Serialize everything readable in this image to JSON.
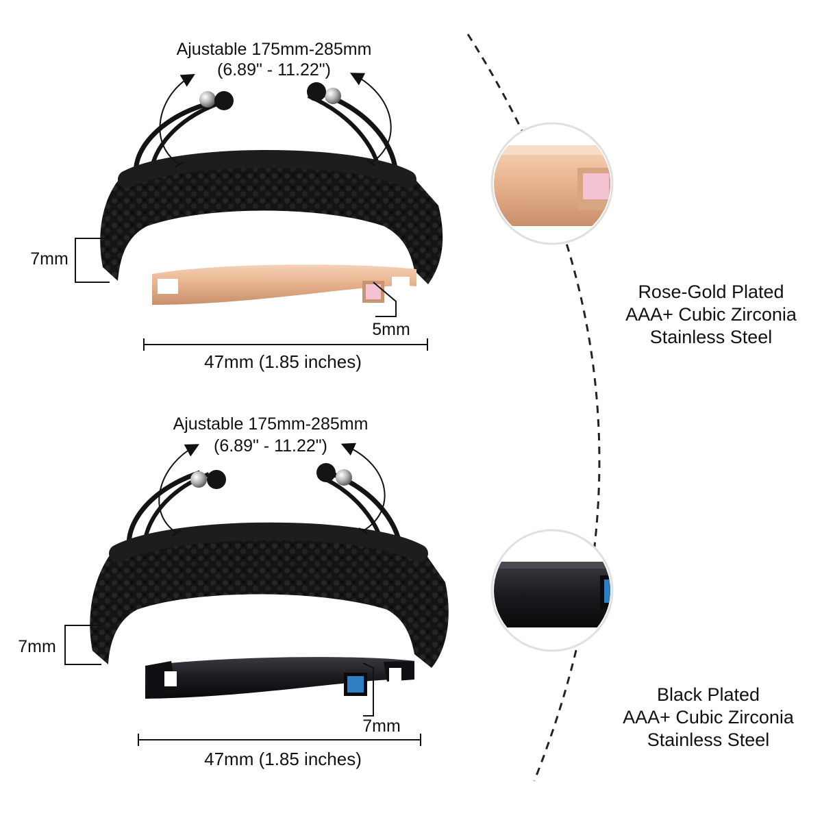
{
  "colors": {
    "rose_gold": "#e8b48f",
    "black_bar": "#1b1b1f",
    "cord": "#141414",
    "pink_stone": "#f3c3d2",
    "blue_stone": "#2f7fc4"
  },
  "bracelet_rose": {
    "adjust_line1": "Ajustable 175mm-285mm",
    "adjust_line2": "(6.89\" - 11.22\")",
    "height_label": "7mm",
    "stone_label": "5mm",
    "length_label": "47mm (1.85 inches)"
  },
  "bracelet_black": {
    "adjust_line1": "Ajustable 175mm-285mm",
    "adjust_line2": "(6.89\" - 11.22\")",
    "height_label": "7mm",
    "stone_label": "7mm",
    "length_label": "47mm (1.85 inches)"
  },
  "spec_rose": {
    "line1": "Rose-Gold Plated",
    "line2": "AAA+ Cubic Zirconia",
    "line3": "Stainless Steel"
  },
  "spec_black": {
    "line1": "Black Plated",
    "line2": "AAA+ Cubic Zirconia",
    "line3": "Stainless Steel"
  }
}
